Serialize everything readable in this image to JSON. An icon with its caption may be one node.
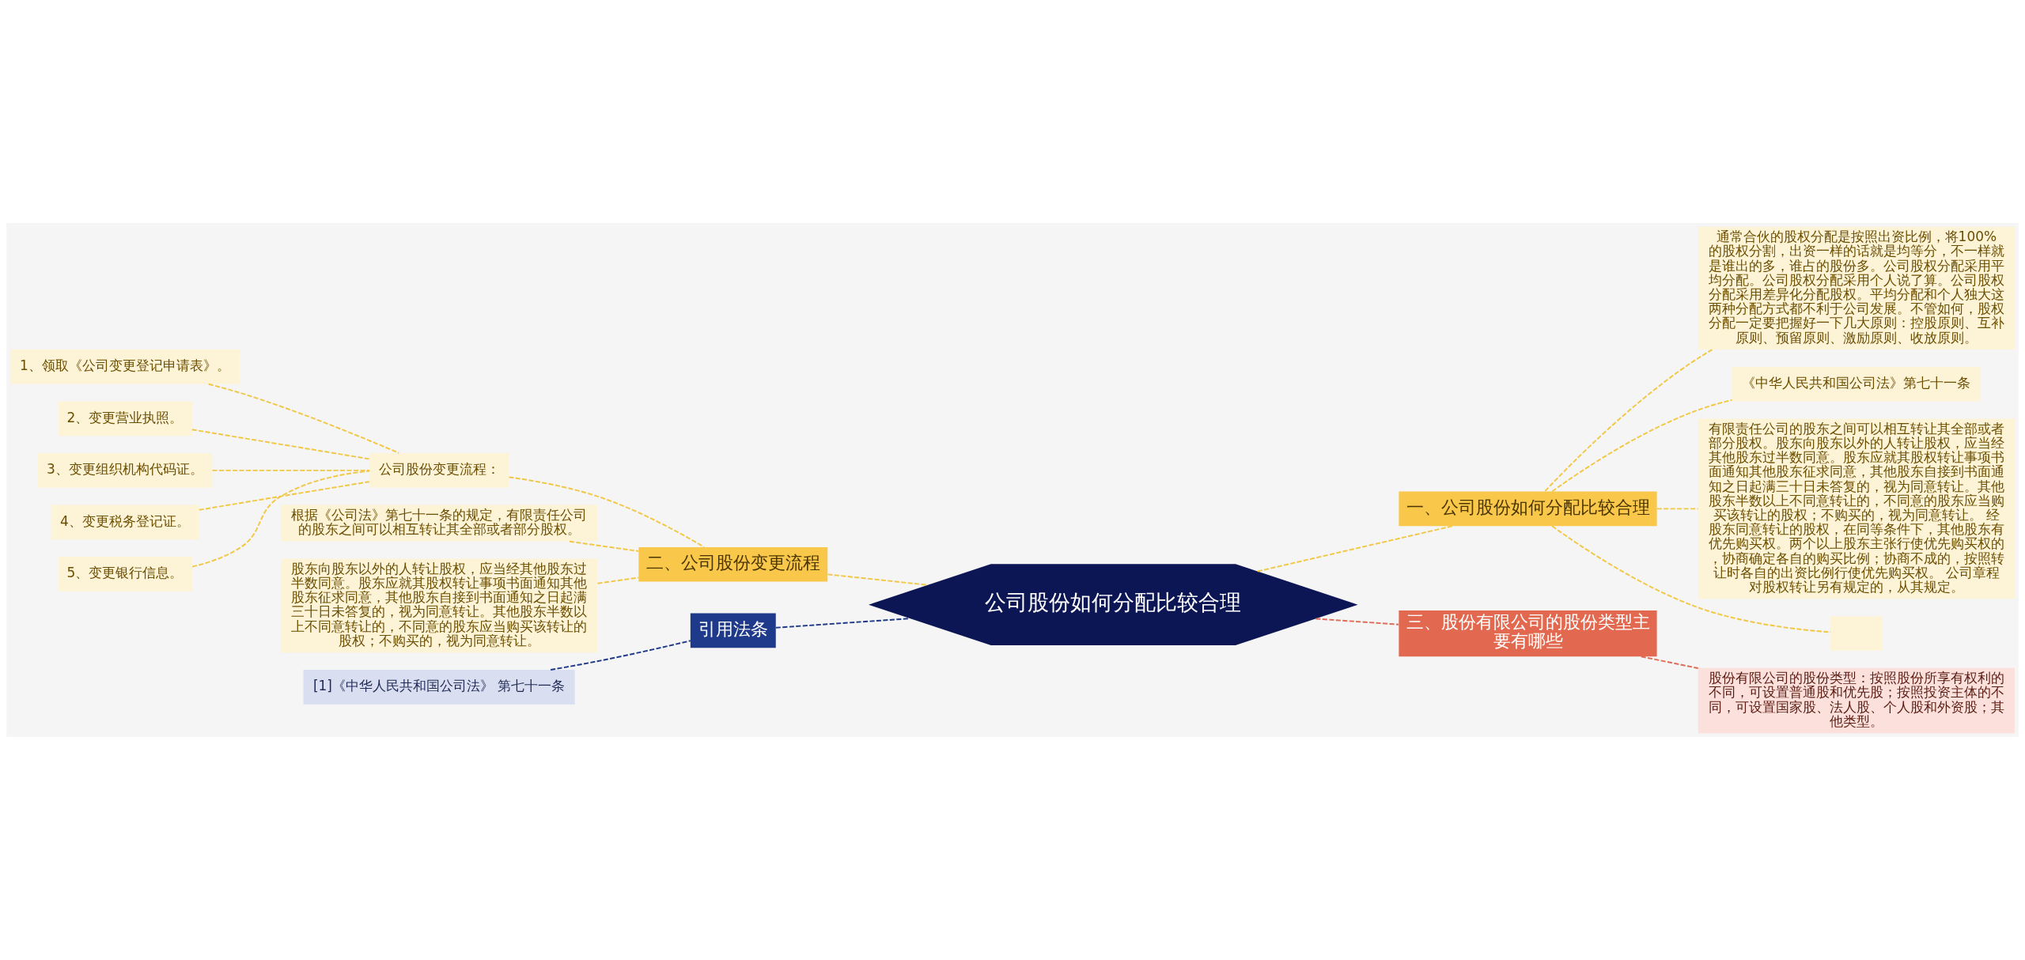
{
  "diagram": {
    "nodes": [
      {
        "text": [
          "公司股份如何分配比较合理"
        ]
      },
      {
        "text": [
          "一、公司股份如何分配比较合理"
        ]
      },
      {
        "text": [
          "通常合伙的股权分配是按照出资比例，将100%的股权分割，出资一样的话就是均等分，不一样就是谁出的多，谁占的股份多。公司股权分配采用平均分配。公司股权分配采用个人说了算。公司股权分配采用差异化分配股权。平均分配和个人独大这两种分配方式都不利于公司发展。不管如何，股权分配一定要把握好一下几大原则：控股原则、互补原则、预留原则、激励原则、收放原则。"
        ]
      },
      {
        "text": [
          "《中华人民共和国公司法》第七十一条"
        ]
      },
      {
        "text": [
          "有限责任公司的股东之间可以相互转让其全部或者部分股权。股东向股东以外的人转让股权，应当经其他股东过半数同意。股东应就其股权转让事项书面通知其他股东征求同意，其他股东自接到书面通知之日起满三十日未答复的，视为同意转让。其他股东半数以上不同意转让的，不同意的股东应当购买该转让的股权；不购买的，视为同意转让。 经股东同意转让的股权，在同等条件下，其他股东有优先购买权。两个以上股东主张行使优先购买权的，协商确定各自的购买比例；协商不成的，按照转让时各自的出资比例行使优先购买权。 公司章程对股权转让另有规定的，从其规定。"
        ]
      },
      {
        "text": [],
        "shape": "box"
      },
      {
        "text": [
          "三、股份有限公司的股份类型主要有哪些"
        ]
      },
      {
        "text": [
          "股份有限公司的股份类型：按照股份所享有权利的不同，可设置普通股和优先股；按照投资主体的不同，可设置国家股、法人股、个人股和外资股；其他类型。"
        ]
      },
      {
        "text": [
          "二、公司股份变更流程"
        ]
      },
      {
        "text": [
          "公司股份变更流程："
        ]
      },
      {
        "text": [
          "1、领取《公司变更登记申请表》。"
        ]
      },
      {
        "text": [
          "2、变更营业执照。"
        ]
      },
      {
        "text": [
          "3、变更组织机构代码证。"
        ]
      },
      {
        "text": [
          "4、变更税务登记证。"
        ]
      },
      {
        "text": [
          "5、变更银行信息。"
        ]
      },
      {
        "text": [
          "根据《公司法》第七十一条的规定，有限责任公司的股东之间可以相互转让其全部或者部分股权。"
        ]
      },
      {
        "text": [
          "股东向股东以外的人转让股权，应当经其他股东过半数同意。股东应就其股权转让事项书面通知其他股东征求同意，其他股东自接到书面通知之日起满三十日未答复的，视为同意转让。其他股东半数以上不同意转让的，不同意的股东应当购买该转让的股权；不购买的，视为同意转让。"
        ]
      },
      {
        "text": [
          "引用法条"
        ]
      },
      {
        "text": [
          "[1]《中华人民共和国公司法》 第七十一条"
        ]
      }
    ],
    "edges": [
      {
        "from": 0,
        "to": 1,
        "arrow": "none",
        "style": "dashed"
      },
      {
        "from": 1,
        "to": 2,
        "arrow": "none",
        "style": "dashed"
      },
      {
        "from": 1,
        "to": 3,
        "arrow": "none",
        "style": "dashed"
      },
      {
        "from": 1,
        "to": 4,
        "arrow": "none",
        "style": "dashed"
      },
      {
        "from": 1,
        "to": 5,
        "arrow": "none",
        "style": "dashed"
      },
      {
        "from": 0,
        "to": 6,
        "arrow": "none",
        "style": "dashed",
        "color": "#e06b55"
      },
      {
        "from": 6,
        "to": 7,
        "arrow": "none",
        "style": "dashed",
        "color": "#e06b55"
      },
      {
        "from": 0,
        "to": 8,
        "arrow": "none",
        "style": "dashed"
      },
      {
        "from": 8,
        "to": 9,
        "arrow": "none",
        "style": "dashed"
      },
      {
        "from": 9,
        "to": 10,
        "arrow": "none",
        "style": "dashed"
      },
      {
        "from": 9,
        "to": 11,
        "arrow": "none",
        "style": "dashed"
      },
      {
        "from": 9,
        "to": 12,
        "arrow": "none",
        "style": "dashed"
      },
      {
        "from": 9,
        "to": 13,
        "arrow": "none",
        "style": "dashed"
      },
      {
        "from": 9,
        "to": 14,
        "arrow": "none",
        "style": "dashed"
      },
      {
        "from": 8,
        "to": 15,
        "arrow": "none",
        "style": "dashed"
      },
      {
        "from": 8,
        "to": 16,
        "arrow": "none",
        "style": "dashed"
      },
      {
        "from": 0,
        "to": 17,
        "arrow": "none",
        "style": "dashed",
        "color": "#1f3a8a"
      },
      {
        "from": 17,
        "to": 18,
        "arrow": "none",
        "style": "dashed",
        "color": "#1f3a8a"
      }
    ]
  }
}
